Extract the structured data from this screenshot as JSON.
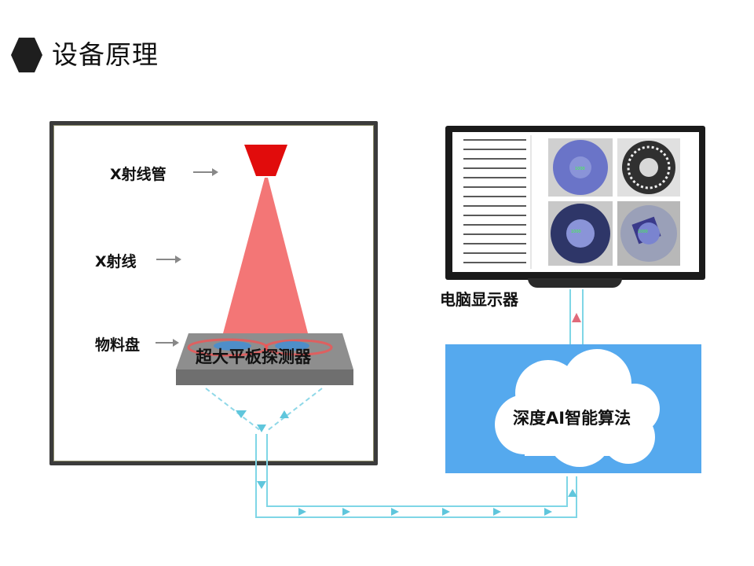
{
  "header": {
    "title": "设备原理"
  },
  "device": {
    "tube_label": "X射线管",
    "ray_label": "X射线",
    "tray_label": "物料盘",
    "detector_label": "超大平板探测器"
  },
  "computer": {
    "label": "电脑显示器"
  },
  "cloud": {
    "label": "深度AI智能算法"
  },
  "screen": {
    "readout_1": "1000",
    "readout_2": "1000",
    "readout_3": "1000"
  },
  "colors": {
    "tube": "#e10c0c",
    "beam": "#f26a6a",
    "cloud_panel": "#55a9ee",
    "signal_line": "#7fd6e6",
    "signal_arrow": "#5fc6dc",
    "arrow_up_red": "#e06a7a"
  }
}
